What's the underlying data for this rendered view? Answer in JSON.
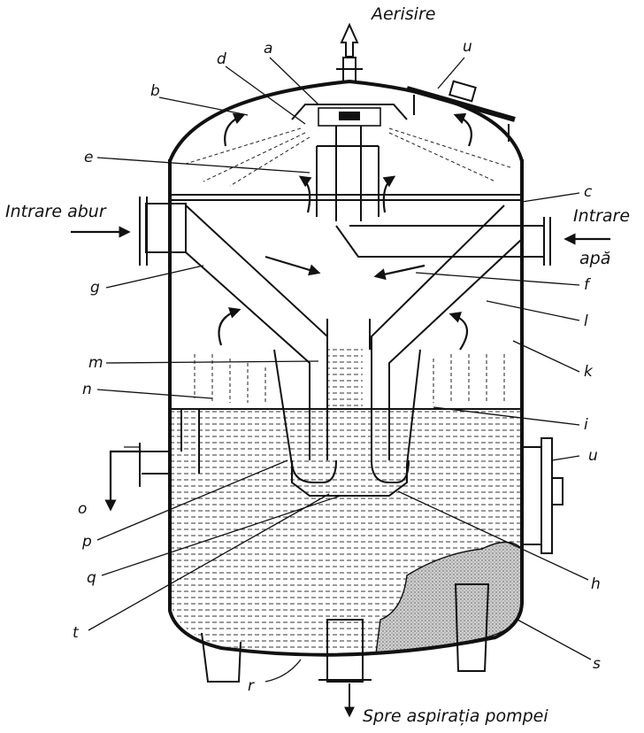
{
  "labels": {
    "top": "Aerisire",
    "steam_in_1": "Intrare abur",
    "water_in_1": "Intrare",
    "water_in_2": "apă",
    "bottom": "Spre aspirația pompei"
  },
  "letters": {
    "a": "a",
    "b": "b",
    "c": "c",
    "d": "d",
    "e": "e",
    "f": "f",
    "g": "g",
    "h": "h",
    "i": "i",
    "k": "k",
    "l": "l",
    "m": "m",
    "n": "n",
    "o": "o",
    "p": "p",
    "q": "q",
    "r": "r",
    "s": "s",
    "t": "t",
    "u_top": "u",
    "u_right": "u"
  }
}
